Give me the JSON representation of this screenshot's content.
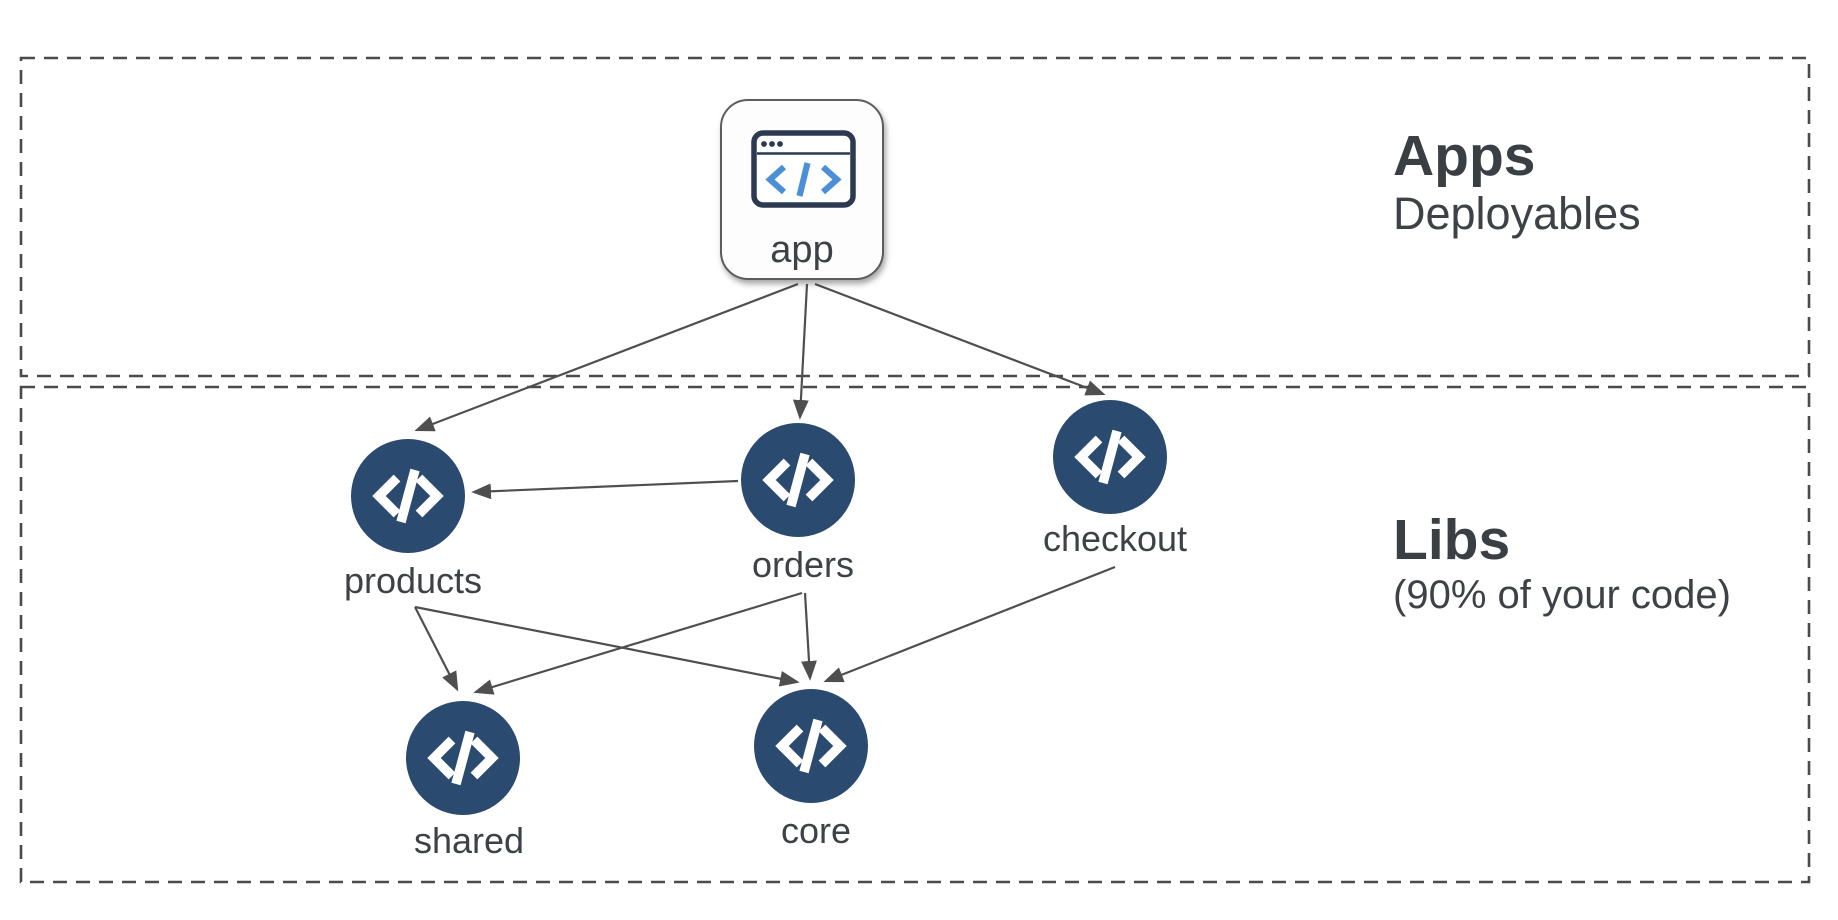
{
  "diagram": {
    "description": "Monorepo architecture diagram with apps depending on libraries",
    "zones": [
      {
        "id": "apps",
        "title": "Apps",
        "subtitle": "Deployables"
      },
      {
        "id": "libs",
        "title": "Libs",
        "subtitle": "(90% of your code)"
      }
    ],
    "nodes": [
      {
        "id": "app",
        "label": "app",
        "type": "application",
        "zone": "apps",
        "icon": "browser-window-icon"
      },
      {
        "id": "products",
        "label": "products",
        "type": "library",
        "zone": "libs",
        "icon": "code-icon"
      },
      {
        "id": "orders",
        "label": "orders",
        "type": "library",
        "zone": "libs",
        "icon": "code-icon"
      },
      {
        "id": "checkout",
        "label": "checkout",
        "type": "library",
        "zone": "libs",
        "icon": "code-icon"
      },
      {
        "id": "shared",
        "label": "shared",
        "type": "library",
        "zone": "libs",
        "icon": "code-icon"
      },
      {
        "id": "core",
        "label": "core",
        "type": "library",
        "zone": "libs",
        "icon": "code-icon"
      }
    ],
    "edges": [
      {
        "from": "app",
        "to": "products"
      },
      {
        "from": "app",
        "to": "orders"
      },
      {
        "from": "app",
        "to": "checkout"
      },
      {
        "from": "orders",
        "to": "products"
      },
      {
        "from": "products",
        "to": "shared"
      },
      {
        "from": "products",
        "to": "core"
      },
      {
        "from": "orders",
        "to": "shared"
      },
      {
        "from": "orders",
        "to": "core"
      },
      {
        "from": "checkout",
        "to": "core"
      }
    ],
    "colors": {
      "node_fill": "#2b4a6f",
      "edge": "#4f4f4f",
      "zone_border": "#4a4a4a",
      "text": "#3e4247",
      "code_blue": "#4b90d6",
      "window_outline": "#2b3a50"
    }
  }
}
